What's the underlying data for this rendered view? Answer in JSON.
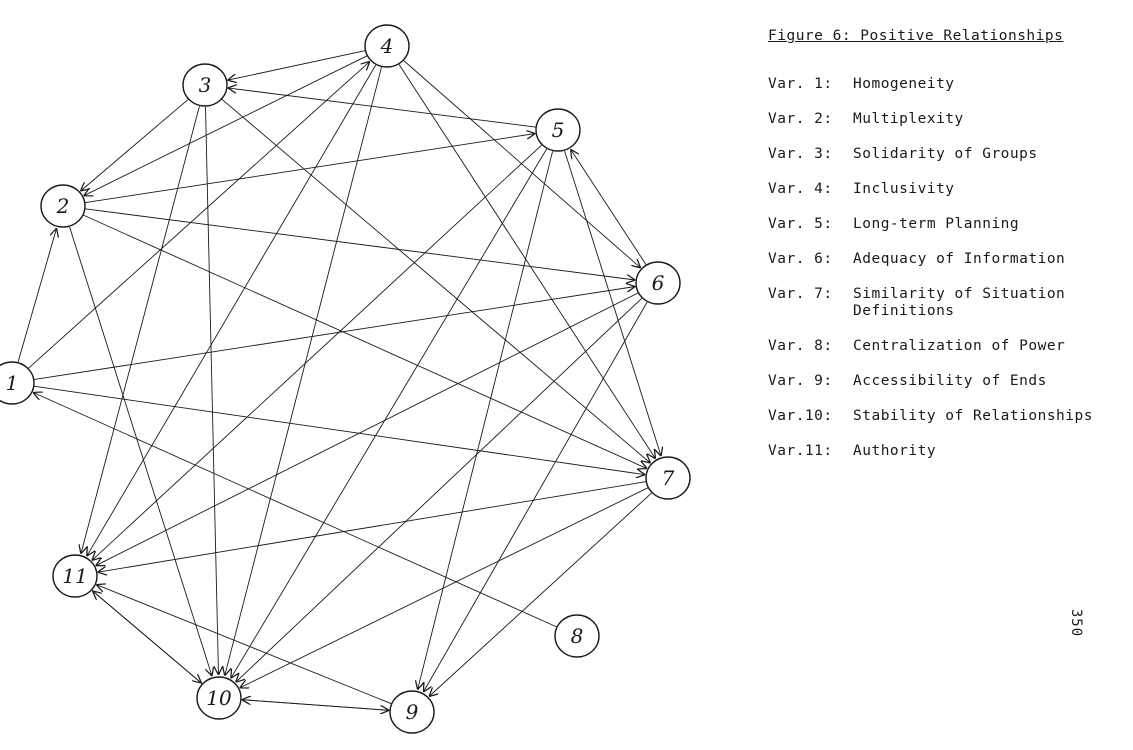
{
  "figure": {
    "title": "Figure 6:  Positive Relationships"
  },
  "nodes": [
    {
      "id": 1,
      "label": "1"
    },
    {
      "id": 2,
      "label": "2"
    },
    {
      "id": 3,
      "label": "3"
    },
    {
      "id": 4,
      "label": "4"
    },
    {
      "id": 5,
      "label": "5"
    },
    {
      "id": 6,
      "label": "6"
    },
    {
      "id": 7,
      "label": "7"
    },
    {
      "id": 8,
      "label": "8"
    },
    {
      "id": 9,
      "label": "9"
    },
    {
      "id": 10,
      "label": "10"
    },
    {
      "id": 11,
      "label": "11"
    }
  ],
  "edges": [
    {
      "from": 1,
      "to": 2
    },
    {
      "from": 1,
      "to": 4
    },
    {
      "from": 1,
      "to": 6
    },
    {
      "from": 1,
      "to": 7
    },
    {
      "from": 2,
      "to": 5
    },
    {
      "from": 2,
      "to": 6
    },
    {
      "from": 2,
      "to": 7
    },
    {
      "from": 2,
      "to": 10
    },
    {
      "from": 3,
      "to": 2
    },
    {
      "from": 3,
      "to": 7
    },
    {
      "from": 3,
      "to": 10
    },
    {
      "from": 3,
      "to": 11
    },
    {
      "from": 4,
      "to": 3
    },
    {
      "from": 4,
      "to": 2
    },
    {
      "from": 4,
      "to": 6
    },
    {
      "from": 4,
      "to": 7
    },
    {
      "from": 4,
      "to": 10
    },
    {
      "from": 4,
      "to": 11
    },
    {
      "from": 5,
      "to": 3
    },
    {
      "from": 5,
      "to": 7
    },
    {
      "from": 5,
      "to": 9
    },
    {
      "from": 5,
      "to": 10
    },
    {
      "from": 5,
      "to": 11
    },
    {
      "from": 6,
      "to": 5
    },
    {
      "from": 6,
      "to": 9
    },
    {
      "from": 6,
      "to": 10
    },
    {
      "from": 6,
      "to": 11
    },
    {
      "from": 7,
      "to": 9
    },
    {
      "from": 7,
      "to": 10
    },
    {
      "from": 7,
      "to": 11
    },
    {
      "from": 8,
      "to": 1
    },
    {
      "from": 9,
      "to": 10
    },
    {
      "from": 9,
      "to": 11
    },
    {
      "from": 10,
      "to": 9
    },
    {
      "from": 10,
      "to": 11
    },
    {
      "from": 11,
      "to": 10
    }
  ],
  "legend": [
    {
      "key": "Var. 1:",
      "text": "Homogeneity"
    },
    {
      "key": "Var. 2:",
      "text": "Multiplexity"
    },
    {
      "key": "Var. 3:",
      "text": "Solidarity of Groups"
    },
    {
      "key": "Var. 4:",
      "text": "Inclusivity"
    },
    {
      "key": "Var. 5:",
      "text": "Long-term Planning"
    },
    {
      "key": "Var. 6:",
      "text": "Adequacy of Information"
    },
    {
      "key": "Var. 7:",
      "text": "Similarity of Situation Definitions"
    },
    {
      "key": "Var. 8:",
      "text": "Centralization of Power"
    },
    {
      "key": "Var. 9:",
      "text": "Accessibility of Ends"
    },
    {
      "key": "Var.10:",
      "text": "Stability of Relationships"
    },
    {
      "key": "Var.11:",
      "text": "Authority"
    }
  ],
  "page_number": "350"
}
